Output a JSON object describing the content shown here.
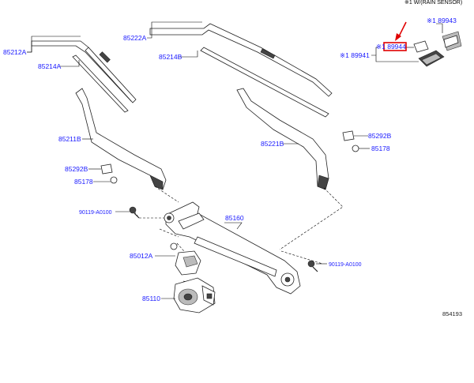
{
  "header_note": "※1 W/(RAIN SENSOR)",
  "figure_number": "854193",
  "highlighted_part": "89944",
  "labels": {
    "p85212A": "85212A",
    "p85214A": "85214A",
    "p85222A": "85222A",
    "p85214B": "85214B",
    "p89943": "※1 89943",
    "p89944": "※1 89944",
    "p89941": "※1 89941",
    "p85211B": "85211B",
    "p85221B": "85221B",
    "p85292B_right": "85292B",
    "p85178_right": "85178",
    "p85292B_left": "85292B",
    "p85178_left": "85178",
    "p90119_left": "90119-A0100",
    "p85160": "85160",
    "p85012A": "85012A",
    "p90119_right": "90119-A0100",
    "p85110": "85110"
  },
  "colors": {
    "label": "#1a1aff",
    "highlight_box": "#e00000",
    "arrow": "#e00000"
  }
}
